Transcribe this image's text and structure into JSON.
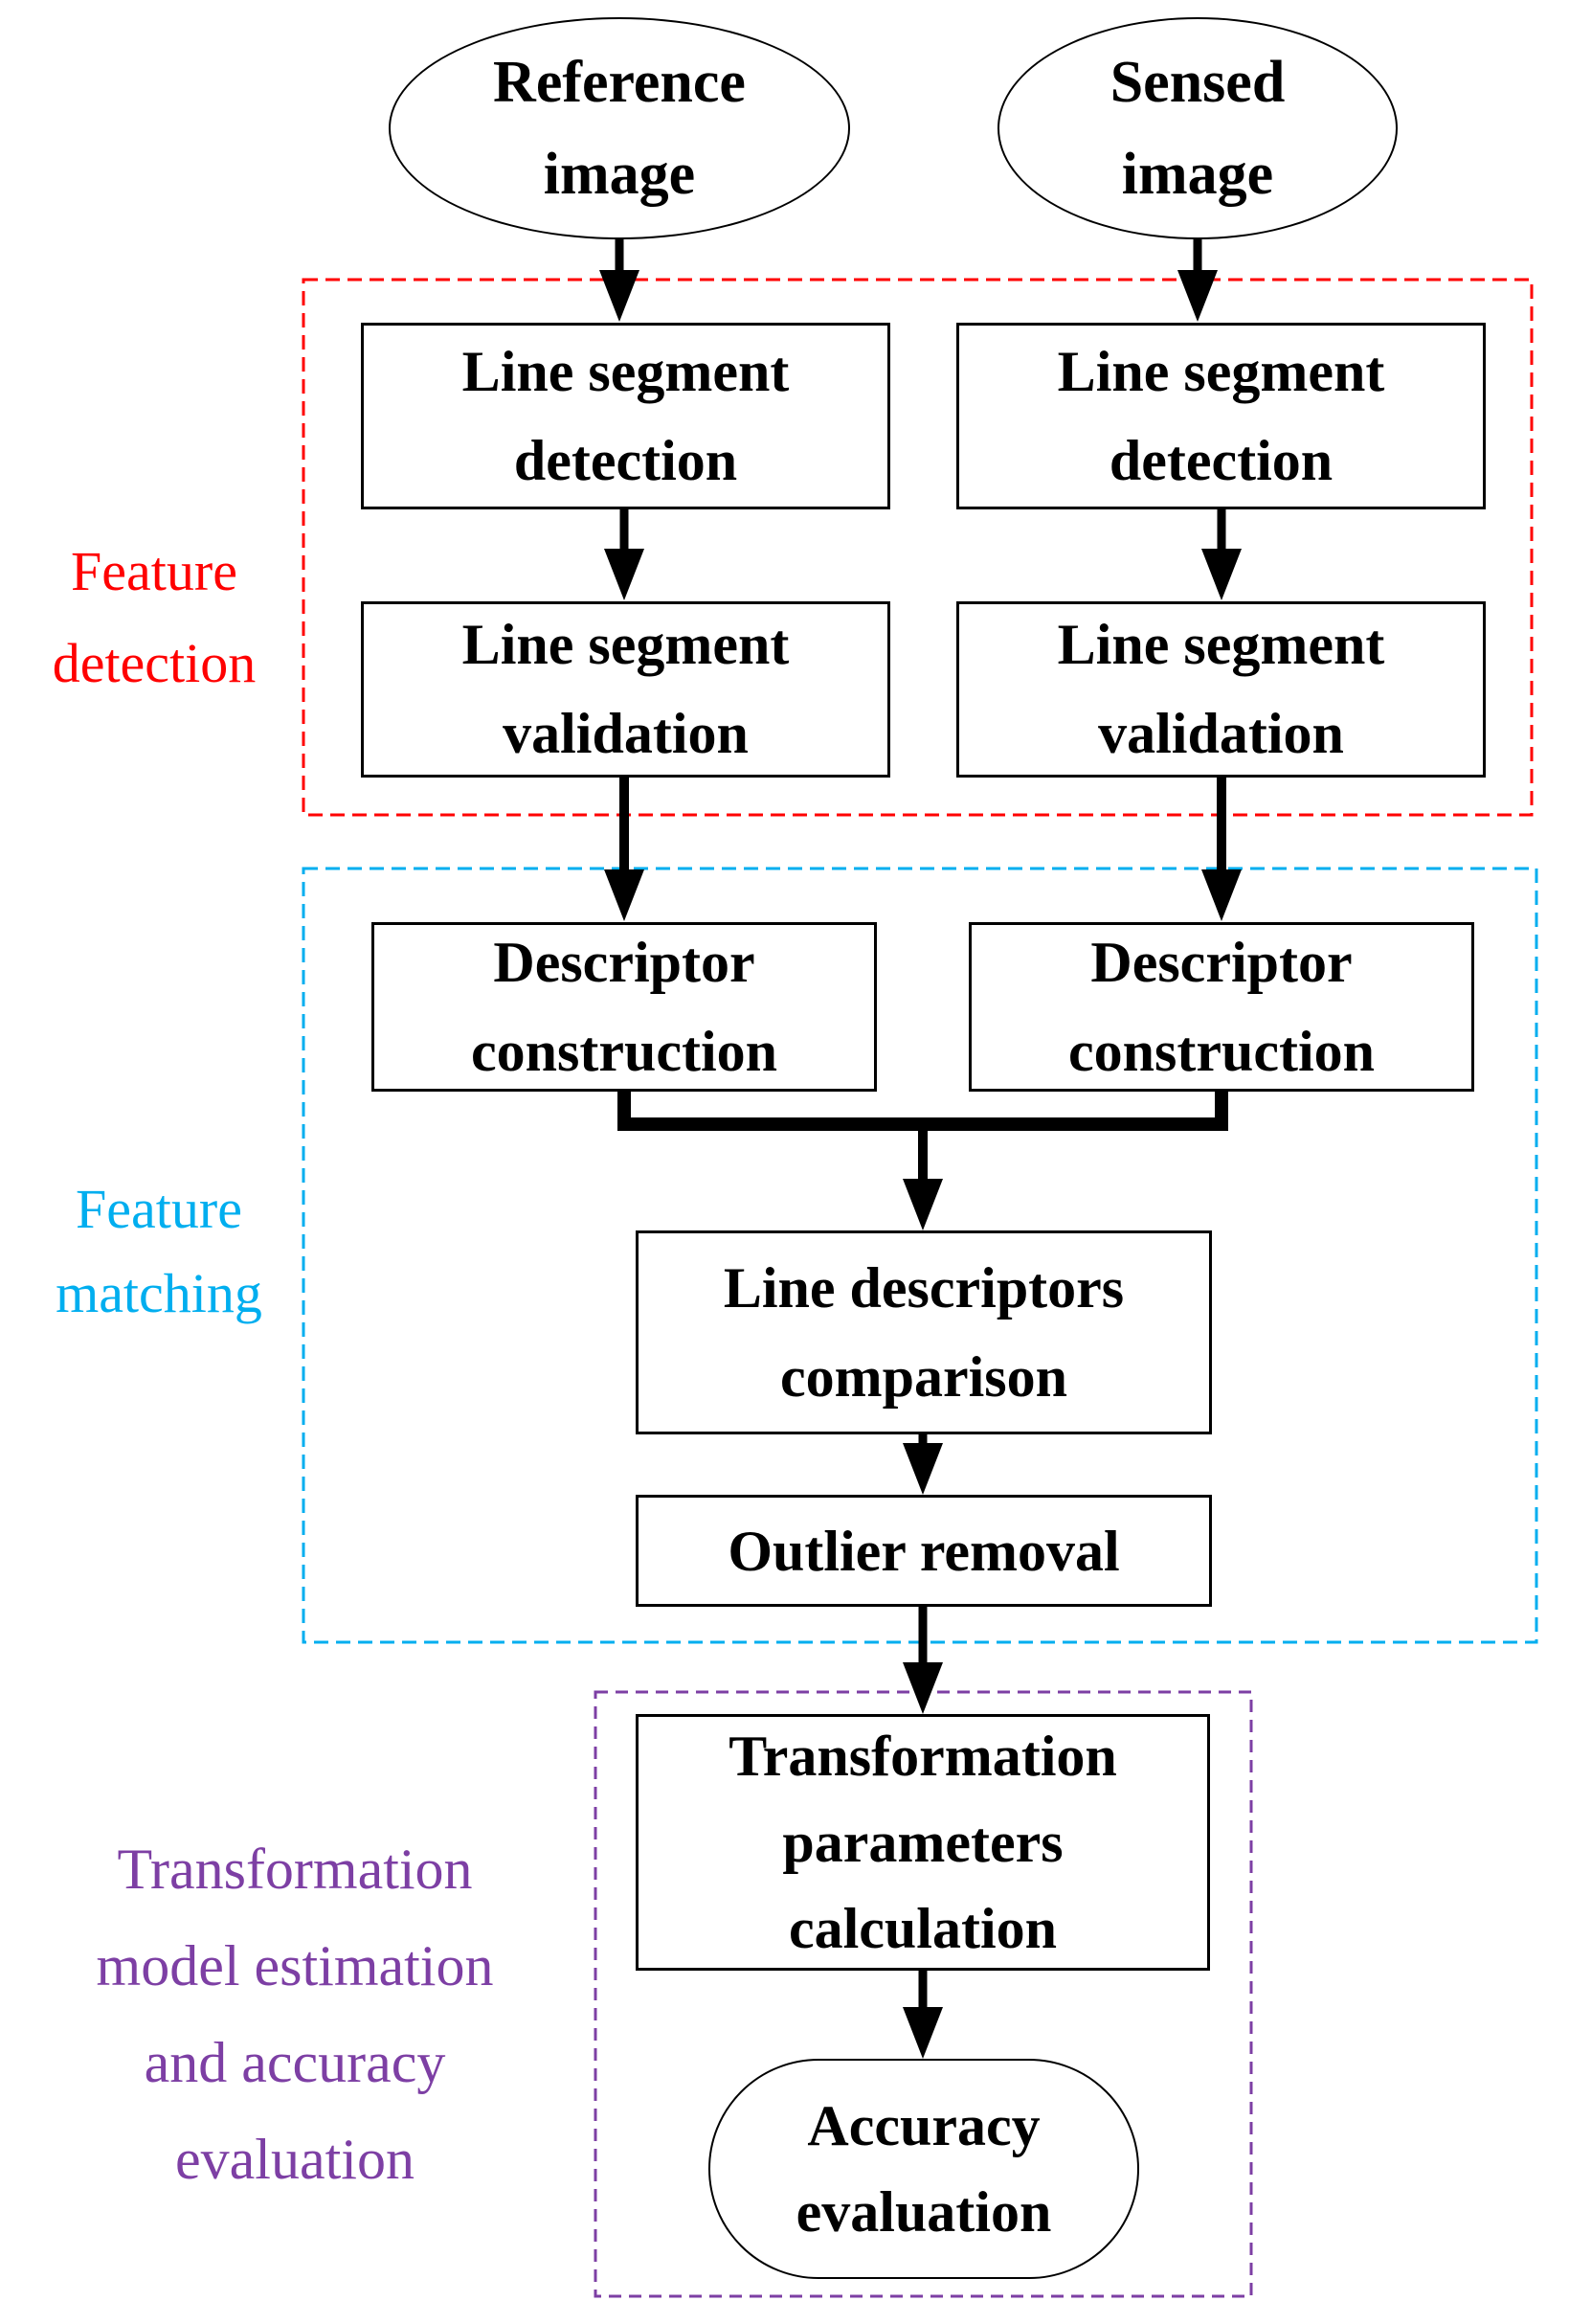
{
  "colors": {
    "detection": "#FF0000",
    "matching": "#00AEEF",
    "transformation": "#7D3FA4",
    "node_border": "#000000",
    "background": "#FFFFFF"
  },
  "inputs": {
    "reference_image": {
      "label": [
        "Reference",
        "image"
      ]
    },
    "sensed_image": {
      "label": [
        "Sensed",
        "image"
      ]
    }
  },
  "stages": {
    "feature_detection": {
      "label": [
        "Feature",
        "detection"
      ],
      "nodes": {
        "line_segment_detection_reference": {
          "label": [
            "Line segment",
            "detection"
          ]
        },
        "line_segment_detection_sensed": {
          "label": [
            "Line segment",
            "detection"
          ]
        },
        "line_segment_validation_reference": {
          "label": [
            "Line segment",
            "validation"
          ]
        },
        "line_segment_validation_sensed": {
          "label": [
            "Line segment",
            "validation"
          ]
        }
      }
    },
    "feature_matching": {
      "label": [
        "Feature",
        "matching"
      ],
      "nodes": {
        "descriptor_construction_reference": {
          "label": [
            "Descriptor",
            "construction"
          ]
        },
        "descriptor_construction_sensed": {
          "label": [
            "Descriptor",
            "construction"
          ]
        },
        "line_descriptors_comparison": {
          "label": [
            "Line descriptors",
            "comparison"
          ]
        },
        "outlier_removal": {
          "label": [
            "Outlier removal"
          ]
        }
      }
    },
    "transformation_model_estimation": {
      "label": [
        "Transformation",
        "model estimation",
        "and accuracy",
        "evaluation"
      ],
      "nodes": {
        "transformation_parameters_calculation": {
          "label": [
            "Transformation",
            "parameters",
            "calculation"
          ]
        },
        "accuracy_evaluation": {
          "label": [
            "Accuracy",
            "evaluation"
          ]
        }
      }
    }
  }
}
